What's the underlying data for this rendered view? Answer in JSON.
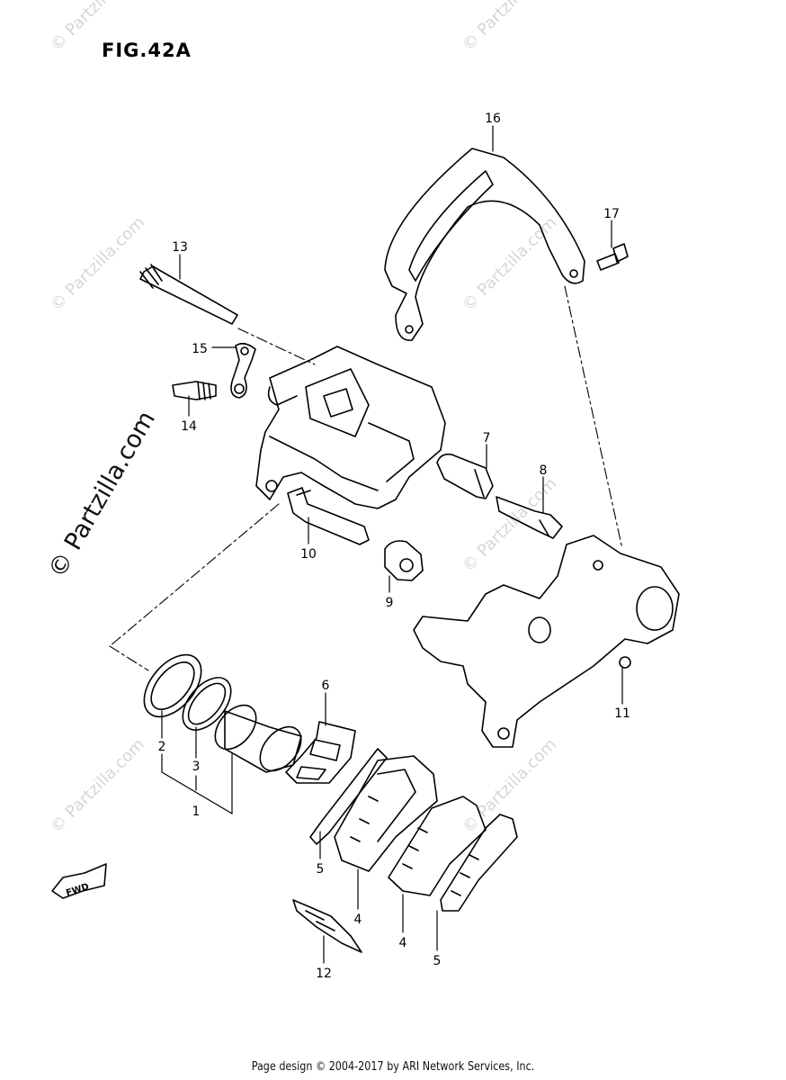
{
  "figure": {
    "title": "FIG.42A",
    "footer": "Page design © 2004-2017 by ARI Network Services, Inc.",
    "watermark_small": "© Partzilla.com",
    "watermark_big": "© Partzilla.com",
    "fwd_label": "FWD"
  },
  "callouts": [
    {
      "id": "c16",
      "label": "16"
    },
    {
      "id": "c17",
      "label": "17"
    },
    {
      "id": "c13",
      "label": "13"
    },
    {
      "id": "c15",
      "label": "15"
    },
    {
      "id": "c14",
      "label": "14"
    },
    {
      "id": "c7",
      "label": "7"
    },
    {
      "id": "c8",
      "label": "8"
    },
    {
      "id": "c10",
      "label": "10"
    },
    {
      "id": "c9",
      "label": "9"
    },
    {
      "id": "c11",
      "label": "11"
    },
    {
      "id": "c6",
      "label": "6"
    },
    {
      "id": "c2",
      "label": "2"
    },
    {
      "id": "c3",
      "label": "3"
    },
    {
      "id": "c1",
      "label": "1"
    },
    {
      "id": "c5a",
      "label": "5"
    },
    {
      "id": "c4a",
      "label": "4"
    },
    {
      "id": "c4b",
      "label": "4"
    },
    {
      "id": "c5b",
      "label": "5"
    },
    {
      "id": "c12",
      "label": "12"
    }
  ]
}
